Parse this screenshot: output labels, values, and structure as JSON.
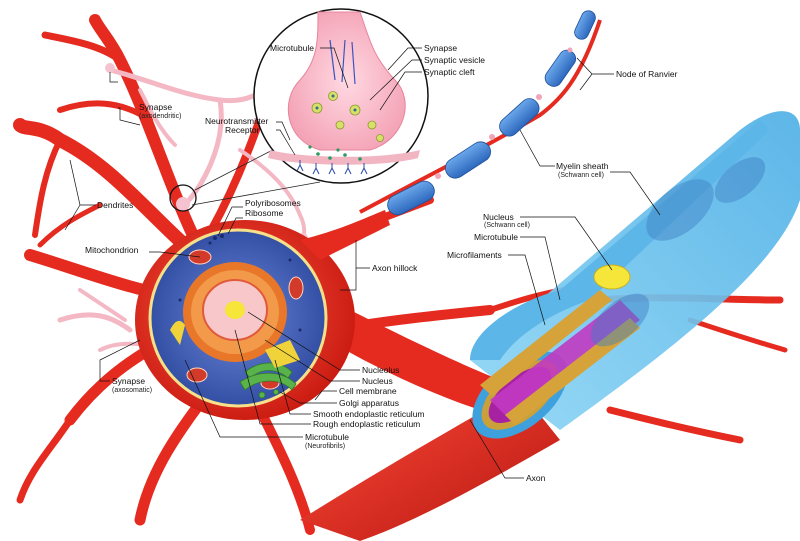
{
  "labels": {
    "microtubule_top": "Microtubule",
    "synapse_top": "Synapse",
    "synaptic_vesicle": "Synaptic vesicle",
    "synaptic_cleft": "Synaptic cleft",
    "neurotransmitter": "Neurotransmitter",
    "receptor": "Receptor",
    "node_of_ranvier": "Node of Ranvier",
    "synapse_axodendritic": "Synapse",
    "axodendritic_sub": "(axodendritic)",
    "dendrites": "Dendrites",
    "polyribosomes": "Polyribosomes",
    "ribosome": "Ribosome",
    "mitochondrion": "Mitochondrion",
    "myelin_sheath": "Myelin sheath",
    "schwann_cell_sub": "(Schwann cell)",
    "nucleus_schwann": "Nucleus",
    "nucleus_schwann_sub": "(Schwann cell)",
    "microtubule_axon": "Microtubule",
    "microfilaments": "Microfilaments",
    "axon_hillock": "Axon hillock",
    "nucleolus": "Nucleolus",
    "nucleus": "Nucleus",
    "cell_membrane": "Cell membrane",
    "golgi_apparatus": "Golgi apparatus",
    "smooth_er": "Smooth endoplastic reticulum",
    "rough_er": "Rough endoplastic reticulum",
    "microtubule_soma": "Microtubule",
    "neurofibrils_sub": "(Neurofibrils)",
    "synapse_axosomatic": "Synapse",
    "axosomatic_sub": "(axosomatic)",
    "axon": "Axon"
  },
  "colors": {
    "neuron_red": "#e52b20",
    "neuron_dark": "#b5160f",
    "pink_terminal": "#f4b8c4",
    "myelin_blue": "#3f86d8",
    "schwann_cyan": "#6fc3ec",
    "cytoplasm_blue": "#3a5bb5",
    "nucleus_orange": "#e8772a",
    "nucleus_yellow": "#f7e63a"
  }
}
